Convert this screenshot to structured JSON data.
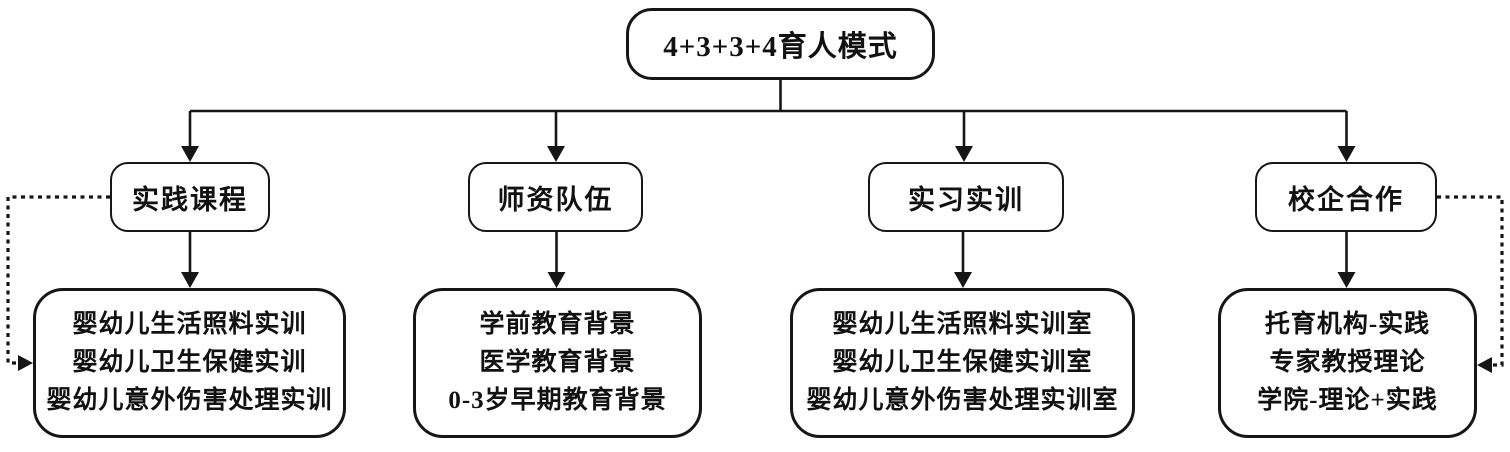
{
  "diagram": {
    "title": "4+3+3+4 education model structure chart",
    "root": {
      "label": "4+3+3+4育人模式"
    },
    "branches": [
      {
        "label": "实践课程",
        "items": [
          "婴幼儿生活照料实训",
          "婴幼儿卫生保健实训",
          "婴幼儿意外伤害处理实训"
        ]
      },
      {
        "label": "师资队伍",
        "items": [
          "学前教育背景",
          "医学教育背景",
          "0-3岁早期教育背景"
        ]
      },
      {
        "label": "实习实训",
        "items": [
          "婴幼儿生活照料实训室",
          "婴幼儿卫生保健实训室",
          "婴幼儿意外伤害处理实训室"
        ]
      },
      {
        "label": "校企合作",
        "items": [
          "托育机构-实践",
          "专家教授理论",
          "学院-理论+实践"
        ]
      }
    ],
    "connectors": {
      "solid_style": "solid line, downward solid triangle arrowheads",
      "dashed_style": "dotted feedback loops on far left and far right pointing into the outer detail boxes"
    },
    "colors": {
      "line": "#161616",
      "box_border": "#161616",
      "box_fill": "#ffffff",
      "background": "#ffffff",
      "text": "#111111"
    }
  }
}
